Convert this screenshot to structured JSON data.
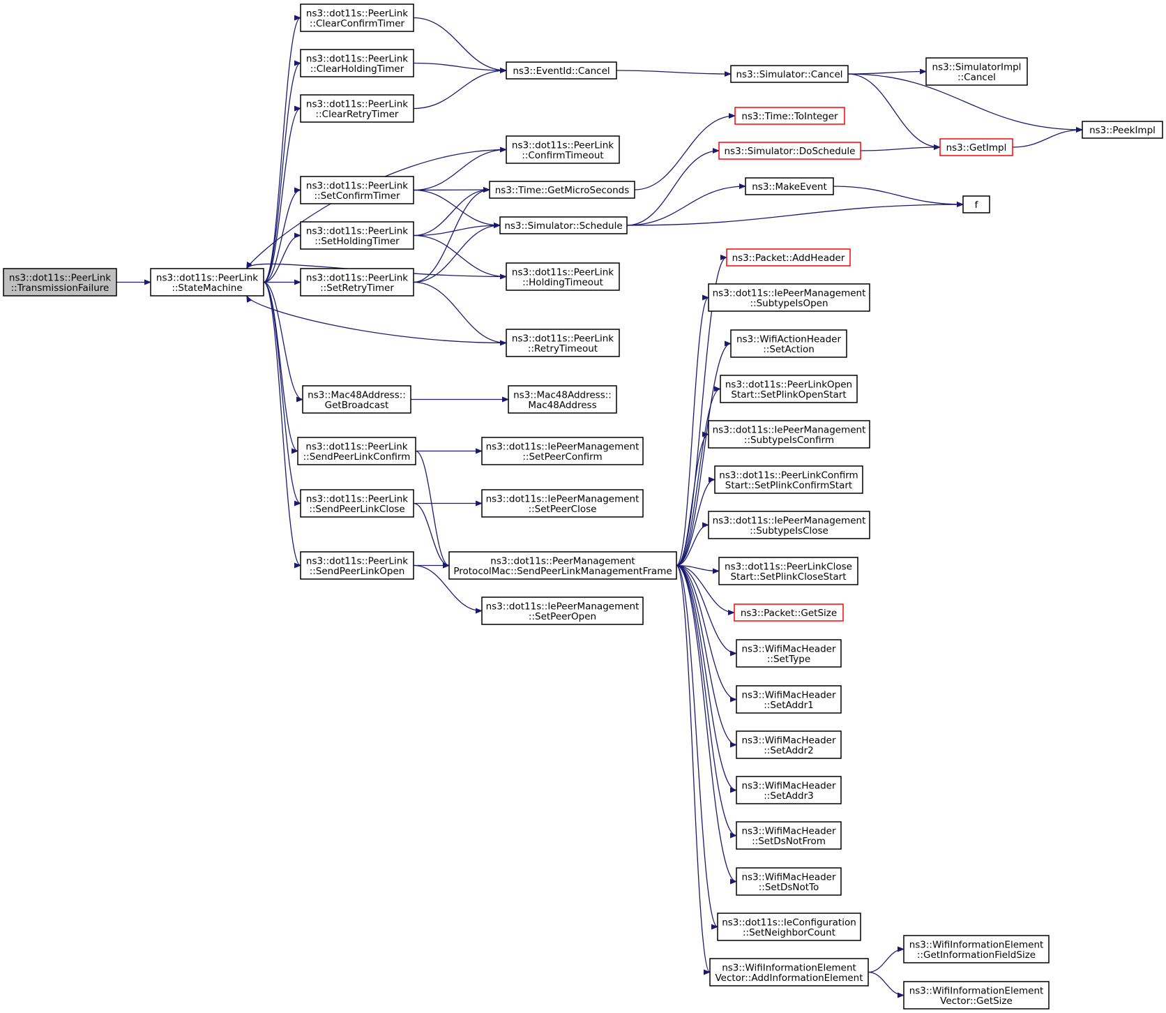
{
  "colors": {
    "edge": "#191970",
    "node_border": "#000000",
    "node_fill": "#ffffff",
    "root_fill": "#bfbfbf",
    "undocumented_border": "#ff0000"
  },
  "nodes": [
    {
      "id": "transmissionfailure",
      "lines": [
        "ns3::dot11s::PeerLink",
        "::TransmissionFailure"
      ],
      "style": "root"
    },
    {
      "id": "statemachine",
      "lines": [
        "ns3::dot11s::PeerLink",
        "::StateMachine"
      ],
      "style": "normal"
    },
    {
      "id": "clearconfirmtimer",
      "lines": [
        "ns3::dot11s::PeerLink",
        "::ClearConfirmTimer"
      ],
      "style": "normal"
    },
    {
      "id": "clearholdingtimer",
      "lines": [
        "ns3::dot11s::PeerLink",
        "::ClearHoldingTimer"
      ],
      "style": "normal"
    },
    {
      "id": "clearretrytimer",
      "lines": [
        "ns3::dot11s::PeerLink",
        "::ClearRetryTimer"
      ],
      "style": "normal"
    },
    {
      "id": "setconfirmtimer",
      "lines": [
        "ns3::dot11s::PeerLink",
        "::SetConfirmTimer"
      ],
      "style": "normal"
    },
    {
      "id": "setholdingtimer",
      "lines": [
        "ns3::dot11s::PeerLink",
        "::SetHoldingTimer"
      ],
      "style": "normal"
    },
    {
      "id": "setretrytimer",
      "lines": [
        "ns3::dot11s::PeerLink",
        "::SetRetryTimer"
      ],
      "style": "normal"
    },
    {
      "id": "getbroadcast",
      "lines": [
        "ns3::Mac48Address::",
        "GetBroadcast"
      ],
      "style": "normal"
    },
    {
      "id": "sendpeerlinkconfirm",
      "lines": [
        "ns3::dot11s::PeerLink",
        "::SendPeerLinkConfirm"
      ],
      "style": "normal"
    },
    {
      "id": "sendpeerlinkclose",
      "lines": [
        "ns3::dot11s::PeerLink",
        "::SendPeerLinkClose"
      ],
      "style": "normal"
    },
    {
      "id": "sendpeerlinkopen",
      "lines": [
        "ns3::dot11s::PeerLink",
        "::SendPeerLinkOpen"
      ],
      "style": "normal"
    },
    {
      "id": "eventidcancel",
      "lines": [
        "ns3::EventId::Cancel"
      ],
      "style": "normal"
    },
    {
      "id": "confirmtimeout",
      "lines": [
        "ns3::dot11s::PeerLink",
        "::ConfirmTimeout"
      ],
      "style": "normal"
    },
    {
      "id": "getmicroseconds",
      "lines": [
        "ns3::Time::GetMicroSeconds"
      ],
      "style": "normal"
    },
    {
      "id": "simschedule",
      "lines": [
        "ns3::Simulator::Schedule"
      ],
      "style": "normal"
    },
    {
      "id": "holdingtimeout",
      "lines": [
        "ns3::dot11s::PeerLink",
        "::HoldingTimeout"
      ],
      "style": "normal"
    },
    {
      "id": "retrytimeout",
      "lines": [
        "ns3::dot11s::PeerLink",
        "::RetryTimeout"
      ],
      "style": "normal"
    },
    {
      "id": "mac48address",
      "lines": [
        "ns3::Mac48Address::",
        "Mac48Address"
      ],
      "style": "normal"
    },
    {
      "id": "setpeerconfirm",
      "lines": [
        "ns3::dot11s::IePeerManagement",
        "::SetPeerConfirm"
      ],
      "style": "normal"
    },
    {
      "id": "setpeerclose",
      "lines": [
        "ns3::dot11s::IePeerManagement",
        "::SetPeerClose"
      ],
      "style": "normal"
    },
    {
      "id": "sendmgmtframe",
      "lines": [
        "ns3::dot11s::PeerManagement",
        "ProtocolMac::SendPeerLinkManagementFrame"
      ],
      "style": "normal"
    },
    {
      "id": "setpeeropen",
      "lines": [
        "ns3::dot11s::IePeerManagement",
        "::SetPeerOpen"
      ],
      "style": "normal"
    },
    {
      "id": "simcancel",
      "lines": [
        "ns3::Simulator::Cancel"
      ],
      "style": "normal"
    },
    {
      "id": "timetointeger",
      "lines": [
        "ns3::Time::ToInteger"
      ],
      "style": "red"
    },
    {
      "id": "dosschedule",
      "lines": [
        "ns3::Simulator::DoSchedule"
      ],
      "style": "red"
    },
    {
      "id": "makeevent",
      "lines": [
        "ns3::MakeEvent"
      ],
      "style": "normal"
    },
    {
      "id": "simimplcancel",
      "lines": [
        "ns3::SimulatorImpl",
        "::Cancel"
      ],
      "style": "normal"
    },
    {
      "id": "getimpl",
      "lines": [
        "ns3::GetImpl"
      ],
      "style": "red"
    },
    {
      "id": "peekimpl",
      "lines": [
        "ns3::PeekImpl"
      ],
      "style": "normal"
    },
    {
      "id": "f",
      "lines": [
        "f"
      ],
      "style": "normal"
    },
    {
      "id": "addheader",
      "lines": [
        "ns3::Packet::AddHeader"
      ],
      "style": "red"
    },
    {
      "id": "subtypeisopen",
      "lines": [
        "ns3::dot11s::IePeerManagement",
        "::SubtypeIsOpen"
      ],
      "style": "normal"
    },
    {
      "id": "setaction",
      "lines": [
        "ns3::WifiActionHeader",
        "::SetAction"
      ],
      "style": "normal"
    },
    {
      "id": "setplinkopenstart",
      "lines": [
        "ns3::dot11s::PeerLinkOpen",
        "Start::SetPlinkOpenStart"
      ],
      "style": "normal"
    },
    {
      "id": "subtypeisconfirm",
      "lines": [
        "ns3::dot11s::IePeerManagement",
        "::SubtypeIsConfirm"
      ],
      "style": "normal"
    },
    {
      "id": "setplinkconfirmstart",
      "lines": [
        "ns3::dot11s::PeerLinkConfirm",
        "Start::SetPlinkConfirmStart"
      ],
      "style": "normal"
    },
    {
      "id": "subtypeisclose",
      "lines": [
        "ns3::dot11s::IePeerManagement",
        "::SubtypeIsClose"
      ],
      "style": "normal"
    },
    {
      "id": "setplinkclosestart",
      "lines": [
        "ns3::dot11s::PeerLinkClose",
        "Start::SetPlinkCloseStart"
      ],
      "style": "normal"
    },
    {
      "id": "packetgetsize",
      "lines": [
        "ns3::Packet::GetSize"
      ],
      "style": "red"
    },
    {
      "id": "settype",
      "lines": [
        "ns3::WifiMacHeader",
        "::SetType"
      ],
      "style": "normal"
    },
    {
      "id": "setaddr1",
      "lines": [
        "ns3::WifiMacHeader",
        "::SetAddr1"
      ],
      "style": "normal"
    },
    {
      "id": "setaddr2",
      "lines": [
        "ns3::WifiMacHeader",
        "::SetAddr2"
      ],
      "style": "normal"
    },
    {
      "id": "setaddr3",
      "lines": [
        "ns3::WifiMacHeader",
        "::SetAddr3"
      ],
      "style": "normal"
    },
    {
      "id": "setdsnotfrom",
      "lines": [
        "ns3::WifiMacHeader",
        "::SetDsNotFrom"
      ],
      "style": "normal"
    },
    {
      "id": "setdsnotto",
      "lines": [
        "ns3::WifiMacHeader",
        "::SetDsNotTo"
      ],
      "style": "normal"
    },
    {
      "id": "setneighborcount",
      "lines": [
        "ns3::dot11s::IeConfiguration",
        "::SetNeighborCount"
      ],
      "style": "normal"
    },
    {
      "id": "addinfoelement",
      "lines": [
        "ns3::WifiInformationElement",
        "Vector::AddInformationElement"
      ],
      "style": "normal"
    },
    {
      "id": "getinfofieldsize",
      "lines": [
        "ns3::WifiInformationElement",
        "::GetInformationFieldSize"
      ],
      "style": "normal"
    },
    {
      "id": "vectorgetsize",
      "lines": [
        "ns3::WifiInformationElement",
        "Vector::GetSize"
      ],
      "style": "normal"
    }
  ],
  "edges": [
    [
      "transmissionfailure",
      "statemachine"
    ],
    [
      "statemachine",
      "clearconfirmtimer"
    ],
    [
      "statemachine",
      "clearholdingtimer"
    ],
    [
      "statemachine",
      "clearretrytimer"
    ],
    [
      "statemachine",
      "setconfirmtimer"
    ],
    [
      "statemachine",
      "setholdingtimer"
    ],
    [
      "statemachine",
      "setretrytimer"
    ],
    [
      "statemachine",
      "getbroadcast"
    ],
    [
      "statemachine",
      "sendpeerlinkconfirm"
    ],
    [
      "statemachine",
      "sendpeerlinkclose"
    ],
    [
      "statemachine",
      "sendpeerlinkopen"
    ],
    [
      "confirmtimeout",
      "statemachine"
    ],
    [
      "holdingtimeout",
      "statemachine"
    ],
    [
      "retrytimeout",
      "statemachine"
    ],
    [
      "clearconfirmtimer",
      "eventidcancel"
    ],
    [
      "clearholdingtimer",
      "eventidcancel"
    ],
    [
      "clearretrytimer",
      "eventidcancel"
    ],
    [
      "setconfirmtimer",
      "confirmtimeout"
    ],
    [
      "setconfirmtimer",
      "getmicroseconds"
    ],
    [
      "setconfirmtimer",
      "simschedule"
    ],
    [
      "setholdingtimer",
      "getmicroseconds"
    ],
    [
      "setholdingtimer",
      "simschedule"
    ],
    [
      "setholdingtimer",
      "holdingtimeout"
    ],
    [
      "setretrytimer",
      "getmicroseconds"
    ],
    [
      "setretrytimer",
      "simschedule"
    ],
    [
      "setretrytimer",
      "retrytimeout"
    ],
    [
      "getbroadcast",
      "mac48address"
    ],
    [
      "sendpeerlinkconfirm",
      "setpeerconfirm"
    ],
    [
      "sendpeerlinkconfirm",
      "sendmgmtframe"
    ],
    [
      "sendpeerlinkclose",
      "setpeerclose"
    ],
    [
      "sendpeerlinkclose",
      "sendmgmtframe"
    ],
    [
      "sendpeerlinkopen",
      "sendmgmtframe"
    ],
    [
      "sendpeerlinkopen",
      "setpeeropen"
    ],
    [
      "eventidcancel",
      "simcancel"
    ],
    [
      "getmicroseconds",
      "timetointeger"
    ],
    [
      "simschedule",
      "dosschedule"
    ],
    [
      "simschedule",
      "makeevent"
    ],
    [
      "simschedule",
      "f"
    ],
    [
      "simcancel",
      "simimplcancel"
    ],
    [
      "simcancel",
      "getimpl"
    ],
    [
      "simcancel",
      "peekimpl"
    ],
    [
      "dosschedule",
      "getimpl"
    ],
    [
      "getimpl",
      "peekimpl"
    ],
    [
      "makeevent",
      "f"
    ],
    [
      "sendmgmtframe",
      "addheader"
    ],
    [
      "sendmgmtframe",
      "subtypeisopen"
    ],
    [
      "sendmgmtframe",
      "setaction"
    ],
    [
      "sendmgmtframe",
      "setplinkopenstart"
    ],
    [
      "sendmgmtframe",
      "subtypeisconfirm"
    ],
    [
      "sendmgmtframe",
      "setplinkconfirmstart"
    ],
    [
      "sendmgmtframe",
      "subtypeisclose"
    ],
    [
      "sendmgmtframe",
      "setplinkclosestart"
    ],
    [
      "sendmgmtframe",
      "packetgetsize"
    ],
    [
      "sendmgmtframe",
      "settype"
    ],
    [
      "sendmgmtframe",
      "setaddr1"
    ],
    [
      "sendmgmtframe",
      "setaddr2"
    ],
    [
      "sendmgmtframe",
      "setaddr3"
    ],
    [
      "sendmgmtframe",
      "setdsnotfrom"
    ],
    [
      "sendmgmtframe",
      "setdsnotto"
    ],
    [
      "sendmgmtframe",
      "setneighborcount"
    ],
    [
      "sendmgmtframe",
      "addinfoelement"
    ],
    [
      "addinfoelement",
      "getinfofieldsize"
    ],
    [
      "addinfoelement",
      "vectorgetsize"
    ]
  ]
}
